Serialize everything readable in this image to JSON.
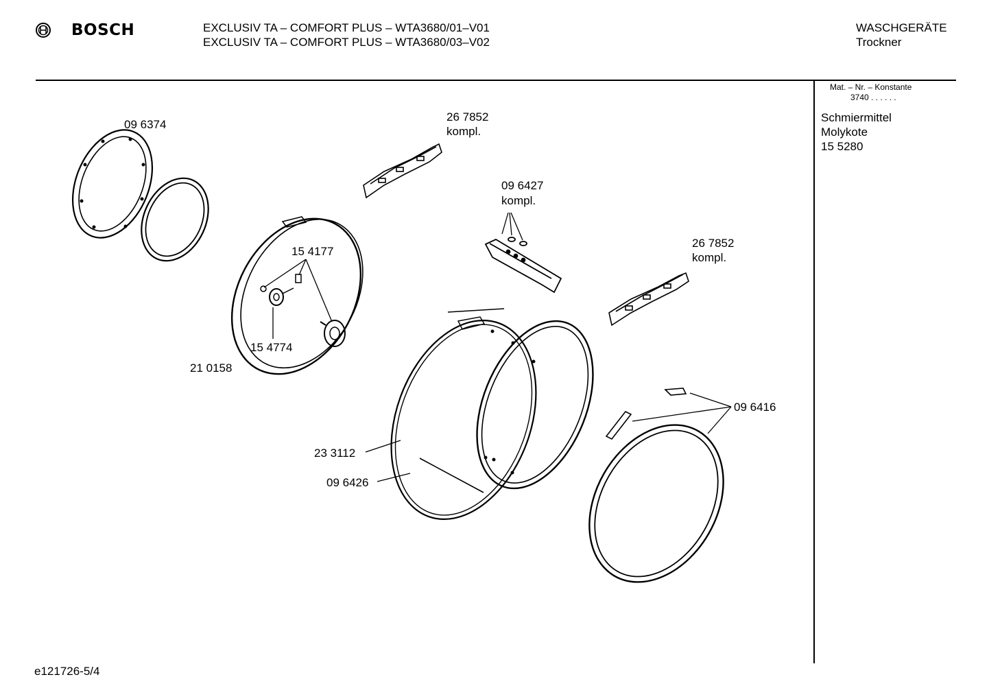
{
  "header": {
    "brand": "BOSCH",
    "model_line_1": "EXCLUSIV TA – COMFORT PLUS – WTA3680/01–V01",
    "model_line_2": "EXCLUSIV TA – COMFORT PLUS – WTA3680/03–V02",
    "category": "WASCHGERÄTE",
    "subcategory": "Trockner"
  },
  "sidebar": {
    "mat_label": "Mat. – Nr. – Konstante",
    "mat_value": "3740 . . . . . .",
    "lubricant_line_1": "Schmiermittel",
    "lubricant_line_2": "Molykote",
    "lubricant_number": "15 5280"
  },
  "parts": {
    "p096374": "09 6374",
    "p267852_a": "26 7852",
    "p267852_a_note": "kompl.",
    "p096427": "09 6427",
    "p096427_note": "kompl.",
    "p267852_b": "26 7852",
    "p267852_b_note": "kompl.",
    "p154177": "15 4177",
    "p154774": "15 4774",
    "p210158": "21 0158",
    "p096416": "09 6416",
    "p233112": "23 3112",
    "p096426": "09 6426"
  },
  "footer": {
    "doc_id": "e121726-5/4"
  }
}
